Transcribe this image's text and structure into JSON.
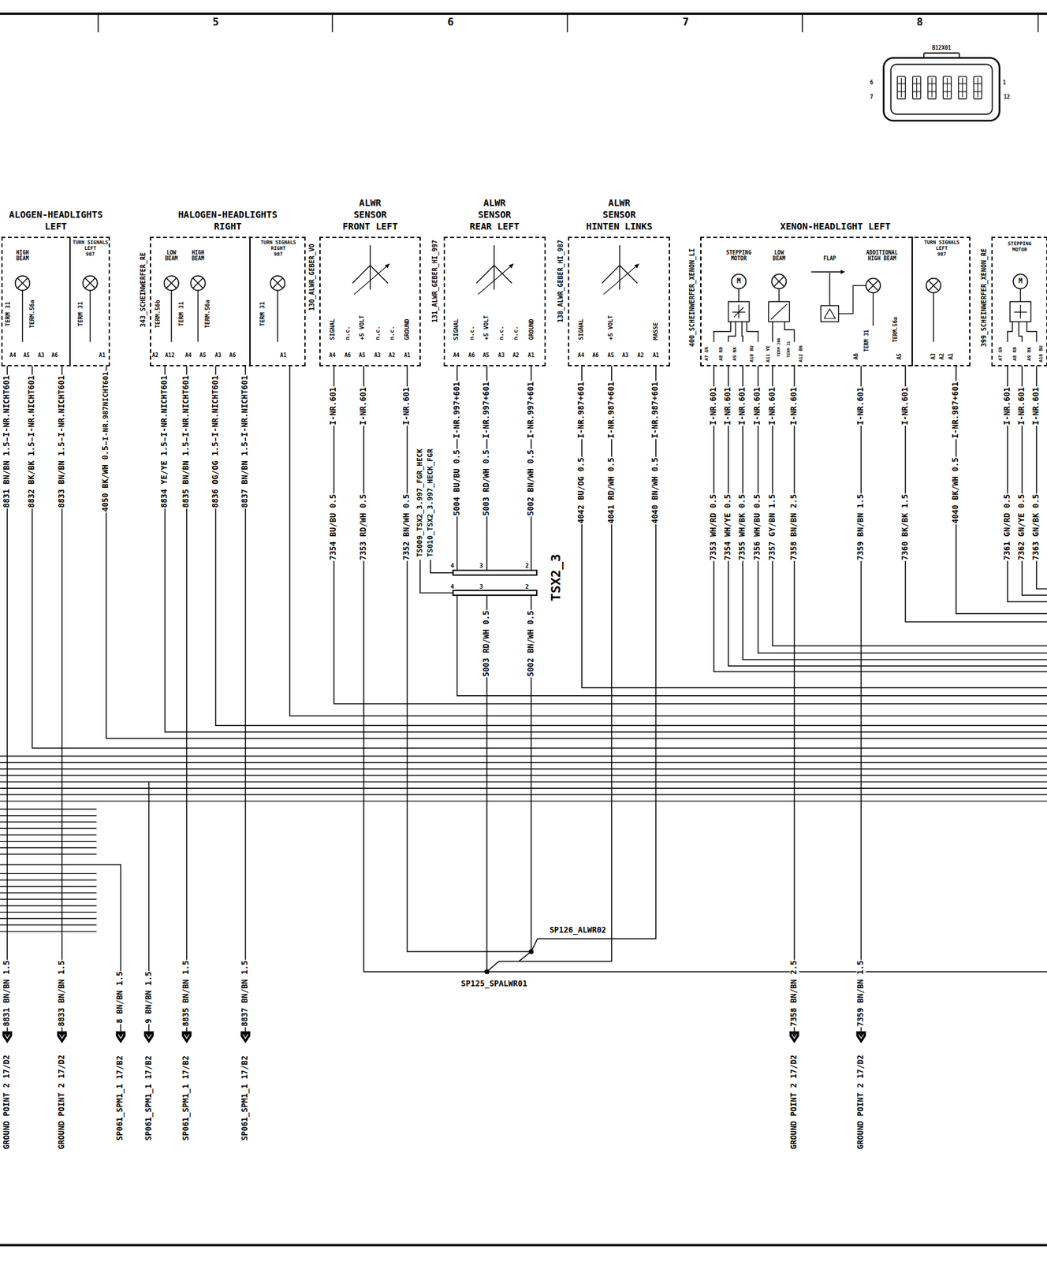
{
  "diagram": {
    "nodes": [
      {
        "text": [
          "ALOGEN-HEADLIGHTS LEFT"
        ]
      },
      {
        "text": [
          "TURN SIGNALS LEFT 987"
        ],
        "in": 0
      },
      {
        "text": [
          "HALOGEN-HEADLIGHTS RIGHT"
        ]
      },
      {
        "text": [
          "TURN SIGNALS RIGHT 987"
        ],
        "in": 2
      },
      {
        "text": [
          "ALWR SENSOR FRONT LEFT"
        ]
      },
      {
        "text": [
          "ALWR SENSOR REAR LEFT"
        ]
      },
      {
        "text": [
          "ALWR SENSOR HINTEN LINKS"
        ]
      },
      {
        "text": [
          "XENON-HEADLIGHT LEFT"
        ]
      },
      {
        "text": [
          "TURN SIGNALS LEFT 987"
        ],
        "in": 7
      },
      {
        "text": [
          "STEPPING MOTOR"
        ]
      }
    ],
    "labels": [
      "5",
      "6",
      "7",
      "8",
      "B12X01",
      "6",
      "7",
      "1",
      "12",
      "343_SCHEINWERFER_RE",
      "130_ALWR_GEBER_VO",
      "131_ALWR_GEBER_HI_997",
      "138_ALWR_GEBER_HI_987",
      "400_SCHEINWERFER_XENON_LI",
      "399_SCHEINWERFER_XENON_RE",
      "HIGH BEAM",
      "TERM 31",
      "TERM.56a",
      "TERM 31",
      "A4",
      "A5",
      "A3",
      "A6",
      "A1",
      "LOW BEAM",
      "HIGH BEAM",
      "TERM.56b",
      "TERM 31",
      "TERM.56a",
      "TERM 31",
      "A2",
      "A12",
      "A4",
      "A5",
      "A3",
      "A6",
      "A1",
      "SIGNAL",
      "n.c.",
      "+5 VOLT",
      "n.c.",
      "n.c.",
      "GROUND",
      "A4",
      "A6",
      "A5",
      "A3",
      "A2",
      "A1",
      "SIGNAL",
      "n.c.",
      "+5 VOLT",
      "n.c.",
      "n.c.",
      "GROUND",
      "A4",
      "A6",
      "A5",
      "A3",
      "A2",
      "A1",
      "SIGNAL",
      "+5 VOLT",
      "MASSE",
      "A4",
      "A6",
      "A5",
      "A3",
      "A2",
      "A1",
      "STEPPING MOTOR",
      "LOW BEAM",
      "FLAP",
      "ADDITIONAL HIGH BEAM",
      "M",
      "A7 GN",
      "A8 RD",
      "A9 BK",
      "A10 BU",
      "A11 YE",
      "TERM 30A",
      "TERM 31",
      "A12 BN",
      "A6",
      "TERM 31",
      "TERM.56a",
      "A5",
      "A3",
      "A2",
      "A1",
      "M",
      "A7 GN",
      "A8 RD",
      "A9 BK",
      "A10 BU",
      "8831 BN/BN 1.5",
      "I-NR.NICHT601",
      "8832 BK/BK 1.5",
      "I-NR.NICHT601",
      "8833 BN/BN 1.5",
      "I-NR.NICHT601",
      "4050 BK/WH 0.5",
      "I-NR.987NICHT601",
      "8834 YE/YE 1.5",
      "I-NR.NICHT601",
      "8835 BN/BN 1.5",
      "I-NR.NICHT601",
      "8836 OG/OG 1.5",
      "I-NR.NICHT601",
      "8837 BN/BN 1.5",
      "I-NR.NICHT601",
      "7354 BU/BU 0.5",
      "I-NR.601",
      "7353 RD/WH 0.5",
      "I-NR.601",
      "7352 BN/WH 0.5",
      "I-NR.601",
      "TS009_TSX2_3.997_FGR_HECK",
      "TS010_TSX2_3.997_HECK_FGR",
      "5004 BU/BU 0.5",
      "I-NR.997+601",
      "5003 RD/WH 0.5",
      "I-NR.997+601",
      "5002 BN/WH 0.5",
      "I-NR.997+601",
      "4042 BU/OG 0.5",
      "I-NR.987+601",
      "4041 RD/WH 0.5",
      "I-NR.987+601",
      "4040 BN/WH 0.5",
      "I-NR.987+601",
      "7353 WH/RD 0.5",
      "I-NR.601",
      "7354 WH/YE 0.5",
      "I-NR.601",
      "7355 WH/BK 0.5",
      "I-NR.601",
      "7356 WH/BU 0.5",
      "I-NR.601",
      "7357 GY/BN 1.5",
      "I-NR.601",
      "7358 BN/BN 2.5",
      "I-NR.601",
      "7359 BN/BN 1.5",
      "I-NR.601",
      "7360 BK/BK 1.5",
      "I-NR.601",
      "4040 BK/WH 0.5",
      "I-NR.987+601",
      "7361 GN/RD 0.5",
      "I-NR.601",
      "7362 GN/YE 0.5",
      "I-NR.601",
      "7363 GN/BK 0.5",
      "I-NR.601",
      "4",
      "3",
      "2",
      "4",
      "3",
      "2",
      "TSX2_3",
      "5003 RD/WH 0.5",
      "5002 BN/WH 0.5",
      "SP126_ALWR02",
      "SP125_SPALWR01",
      "8831 BN/BN 1.5",
      "GROUND POINT 2 17/D2",
      "8833 BN/BN 1.5",
      "GROUND POINT 2 17/D2",
      "8 BN/BN 1.5",
      "SP061_SPM1_1 17/B2",
      "9 BN/BN 1.5",
      "SP061_SPM1_1 17/B2",
      "8835 BN/BN 1.5",
      "SP061_SPM1_1 17/B2",
      "8837 BN/BN 1.5",
      "SP061_SPM1_1 17/B2",
      "7358 BN/BN 2.5",
      "GROUND POINT 2 17/D2",
      "7359 BN/BN 1.5",
      "GROUND POINT 2 17/D2"
    ]
  }
}
